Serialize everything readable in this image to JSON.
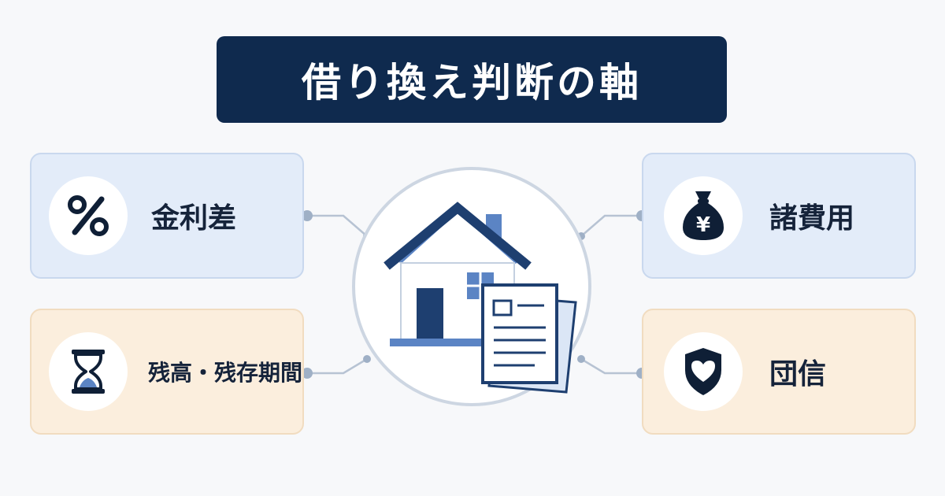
{
  "title": "借り換え判断の軸",
  "cards": {
    "rate_diff": {
      "label": "金利差",
      "icon": "percent-icon"
    },
    "fees": {
      "label": "諸費用",
      "icon": "money-bag-yen-icon"
    },
    "balance_term": {
      "label": "残高・残存期間",
      "icon": "hourglass-icon"
    },
    "group_insurance": {
      "label": "団信",
      "icon": "shield-heart-icon"
    }
  },
  "center": {
    "icon": "house-with-document-icon"
  },
  "colors": {
    "navy": "#0f2a4e",
    "blue_card": "#e3ecf9",
    "peach_card": "#fbeedd",
    "connector": "#b7c3d3"
  }
}
